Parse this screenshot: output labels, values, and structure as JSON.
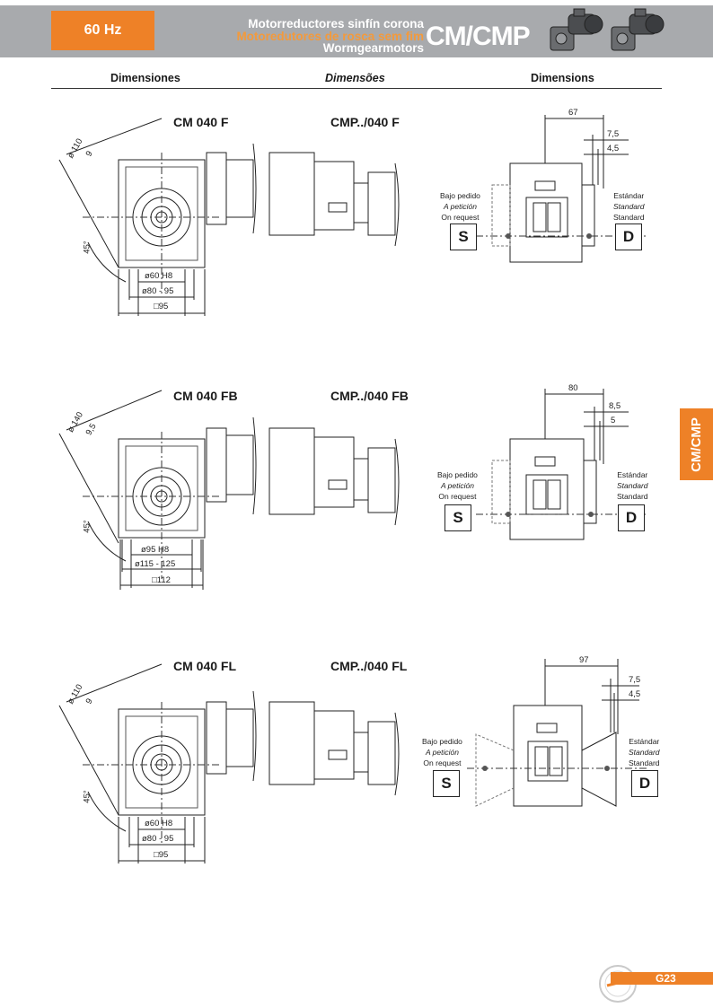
{
  "header": {
    "frequency": "60 Hz",
    "title_es": "Motorreductores sinfín corona",
    "title_pt": "Motoredutores de rosca sem fim",
    "title_en": "Wormgearmotors",
    "series": "CM/CMP",
    "accent_color": "#ee8127",
    "band_color": "#a8aaad"
  },
  "columns": {
    "es": "Dimensiones",
    "pt": "Dimensões",
    "en": "Dimensions"
  },
  "side_tab": "CM/CMP",
  "sections": [
    {
      "model_cm": "CM 040 F",
      "model_cmp": "CMP../040 F",
      "dim_diameter": "ø 110",
      "dim_offset": "9",
      "dim_angle": "45°",
      "dim_bore": "ø60 H8",
      "dim_range": "ø80 - 95",
      "dim_square": "□95",
      "dim_top": "67",
      "dim_a": "7,5",
      "dim_b": "4,5",
      "left_note": [
        "Bajo pedido",
        "A petición",
        "On request"
      ],
      "right_note": [
        "Estándar",
        "Standard",
        "Standard"
      ],
      "left_box": "S",
      "right_box": "D"
    },
    {
      "model_cm": "CM 040 FB",
      "model_cmp": "CMP../040 FB",
      "dim_diameter": "ø 140",
      "dim_offset": "9,5",
      "dim_angle": "45°",
      "dim_bore": "ø95 H8",
      "dim_range": "ø115 - 125",
      "dim_square": "□112",
      "dim_top": "80",
      "dim_a": "8,5",
      "dim_b": "5",
      "left_note": [
        "Bajo pedido",
        "A petición",
        "On request"
      ],
      "right_note": [
        "Estándar",
        "Standard",
        "Standard"
      ],
      "left_box": "S",
      "right_box": "D"
    },
    {
      "model_cm": "CM 040 FL",
      "model_cmp": "CMP../040 FL",
      "dim_diameter": "ø 110",
      "dim_offset": "9",
      "dim_angle": "45°",
      "dim_bore": "ø60 H8",
      "dim_range": "ø80 - 95",
      "dim_square": "□95",
      "dim_top": "97",
      "dim_a": "7,5",
      "dim_b": "4,5",
      "left_note": [
        "Bajo pedido",
        "A petición",
        "On request"
      ],
      "right_note": [
        "Estándar",
        "Standard",
        "Standard"
      ],
      "left_box": "S",
      "right_box": "D"
    }
  ],
  "footer": {
    "page": "G23"
  }
}
